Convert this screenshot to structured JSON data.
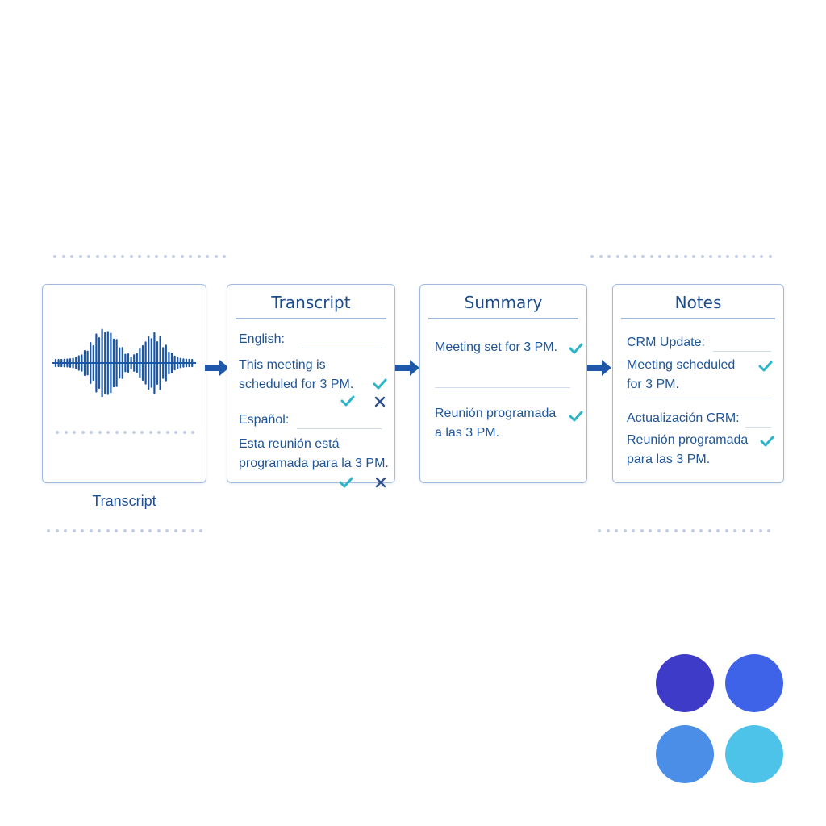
{
  "audio": {
    "icon": "waveform-icon",
    "label": "Transcript"
  },
  "transcript": {
    "title": "Transcript",
    "english_label": "English:",
    "english_text": "This meeting is\nscheduled for 3 PM.",
    "spanish_label": "Español:",
    "spanish_text": "Esta reunión está\nprogramada para la 3 PM."
  },
  "summary": {
    "title": "Summary",
    "english_text": "Meeting set for 3 PM.",
    "spanish_text": "Reunión programada\na las 3 PM."
  },
  "notes": {
    "title": "Notes",
    "crm_label": "CRM Update:",
    "crm_text": "Meeting scheduled\nfor 3 PM.",
    "crm_es_label": "Actualización CRM:",
    "crm_es_text": "Reunión programada\npara las 3 PM."
  },
  "colors": {
    "primary": "#1c4b8c",
    "check": "#2bb5c9",
    "cross": "#2d4f8a",
    "swatches": [
      "#3f3bc9",
      "#3e63e8",
      "#4a8ee8",
      "#4ec3ea"
    ]
  }
}
